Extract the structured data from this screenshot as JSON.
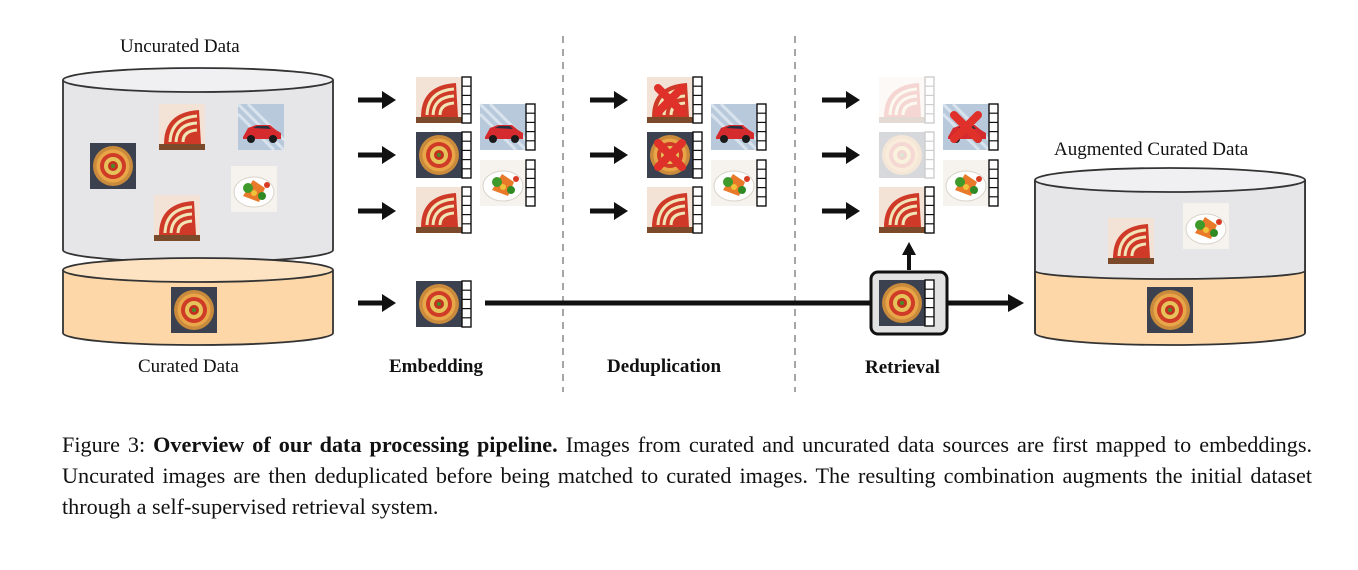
{
  "labels": {
    "uncurated": "Uncurated Data",
    "curated": "Curated Data",
    "augmented": "Augmented Curated Data",
    "embedding": "Embedding",
    "deduplication": "Deduplication",
    "retrieval": "Retrieval"
  },
  "caption": {
    "figure_number": "Figure 3:",
    "title": "Overview of our data processing pipeline.",
    "body": "Images from curated and uncurated data sources are first mapped to embeddings. Uncurated images are then deduplicated before being matched to curated images. The resulting combination augments the initial dataset through a self-supervised retrieval system."
  },
  "icons": {
    "tart": "tart-image-icon",
    "car": "car-image-icon",
    "salad": "salad-image-icon",
    "remove": "red-x-icon",
    "arrow": "arrow-right-icon"
  },
  "colors": {
    "uncurated_db": "#e6e6e8",
    "curated_db": "#fdd7a8",
    "removed": "#e0302a",
    "ink": "#111111"
  }
}
